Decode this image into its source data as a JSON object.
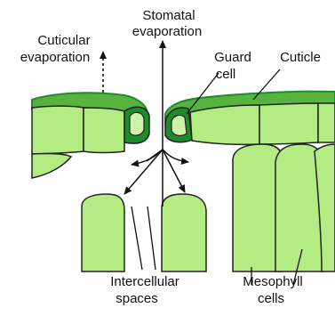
{
  "labels": {
    "stomatal_line1": "Stomatal",
    "stomatal_line2": "evaporation",
    "cuticular_line1": "Cuticular",
    "cuticular_line2": "evaporation",
    "guard_line1": "Guard",
    "guard_line2": "cell",
    "cuticle": "Cuticle",
    "intercellular_line1": "Intercellular",
    "intercellular_line2": "spaces",
    "mesophyll_line1": "Mesophyll",
    "mesophyll_line2": "cells"
  },
  "colors": {
    "cell_fill": "#b4ec84",
    "cuticle_dark": "#1f8c2c",
    "cuticle_mid": "#58b33e",
    "guard_fill": "#cdf2a8",
    "outline": "#222222",
    "background": "#ffffff"
  }
}
